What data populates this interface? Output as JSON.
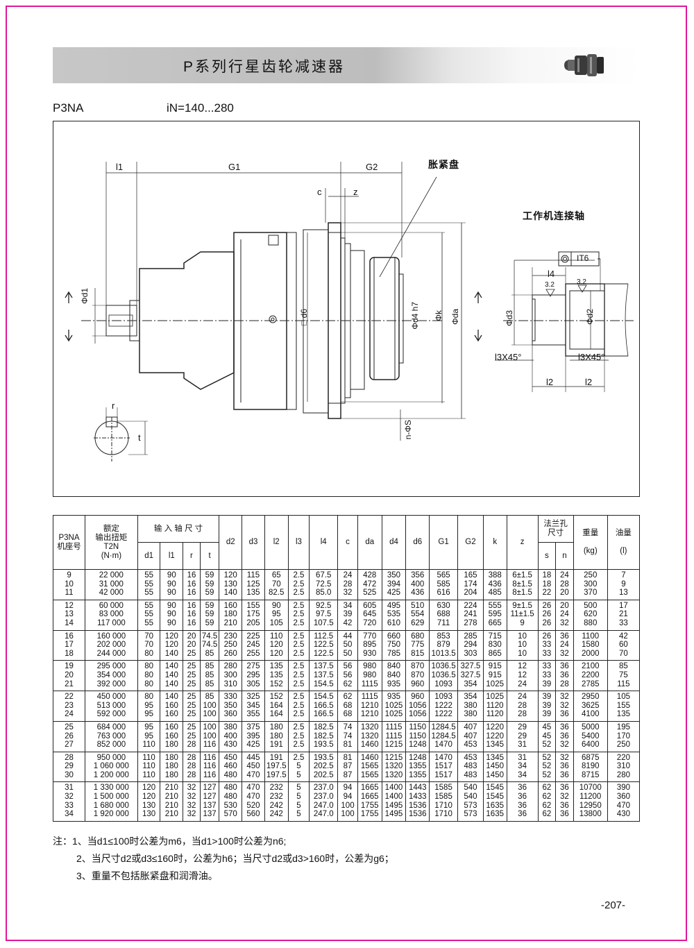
{
  "header": {
    "title": "P系列行星齿轮减速器"
  },
  "subtitle": {
    "model": "P3NA",
    "ratio": "iN=140...280"
  },
  "drawing": {
    "labels": {
      "l1": "l1",
      "g1": "G1",
      "g2": "G2",
      "c": "c",
      "z": "z",
      "expansion_disc": "胀紧盘",
      "working_shaft": "工作机连接轴",
      "d1": "Φd1",
      "d6": "□d6",
      "d4": "Φd4 h7",
      "k": "Φk",
      "da": "Φda",
      "ns": "n-ΦS",
      "r": "r",
      "t": "t",
      "l4": "l4",
      "tol": "IT6",
      "ra1": "3.2",
      "ra2": "3.2",
      "d3": "Φd3",
      "d2": "Φd2",
      "chamfer_left": "l3X45°",
      "chamfer_right": "l3X45°",
      "l2a": "l2",
      "l2b": "l2"
    }
  },
  "table": {
    "headers": {
      "model": "P3NA\n机座号",
      "torque": "额定\n输出扭矩\nT2N\n(N·m)",
      "input_shaft": "输 入 轴 尺 寸",
      "d1": "d1",
      "l1": "l1",
      "r": "r",
      "t": "t",
      "d2": "d2",
      "d3": "d3",
      "l2": "l2",
      "l3": "l3",
      "l4": "l4",
      "c": "c",
      "da": "da",
      "d4": "d4",
      "d6": "d6",
      "g1": "G1",
      "g2": "G2",
      "k": "k",
      "z": "z",
      "flange": "法兰孔\n尺寸",
      "s": "s",
      "n": "n",
      "weight": "重量\n\n(kg)",
      "oil": "油量\n\n(l)"
    },
    "groups": [
      {
        "size": [
          "9",
          "10",
          "11"
        ],
        "torque": [
          "22 000",
          "31 000",
          "42 000"
        ],
        "d1": [
          "55",
          "55",
          "55"
        ],
        "l1": [
          "90",
          "90",
          "90"
        ],
        "r": [
          "16",
          "16",
          "16"
        ],
        "t": [
          "59",
          "59",
          "59"
        ],
        "d2": [
          "120",
          "130",
          "140"
        ],
        "d3": [
          "115",
          "125",
          "135"
        ],
        "l2": [
          "65",
          "70",
          "82.5"
        ],
        "l3": [
          "2.5",
          "2.5",
          "2.5"
        ],
        "l4": [
          "67.5",
          "72.5",
          "85.0"
        ],
        "c": [
          "24",
          "28",
          "32"
        ],
        "da": [
          "428",
          "472",
          "525"
        ],
        "d4": [
          "350",
          "394",
          "425"
        ],
        "d6": [
          "356",
          "400",
          "436"
        ],
        "g1": [
          "565",
          "585",
          "616"
        ],
        "g2": [
          "165",
          "174",
          "204"
        ],
        "k": [
          "388",
          "436",
          "485"
        ],
        "z": [
          "6±1.5",
          "8±1.5",
          "8±1.5"
        ],
        "s": [
          "18",
          "18",
          "22"
        ],
        "n": [
          "24",
          "28",
          "20"
        ],
        "weight": [
          "250",
          "300",
          "370"
        ],
        "oil": [
          "7",
          "9",
          "13"
        ]
      },
      {
        "size": [
          "12",
          "13",
          "14"
        ],
        "torque": [
          "60 000",
          "83 000",
          "117 000"
        ],
        "d1": [
          "55",
          "55",
          "55"
        ],
        "l1": [
          "90",
          "90",
          "90"
        ],
        "r": [
          "16",
          "16",
          "16"
        ],
        "t": [
          "59",
          "59",
          "59"
        ],
        "d2": [
          "160",
          "180",
          "210"
        ],
        "d3": [
          "155",
          "175",
          "205"
        ],
        "l2": [
          "90",
          "95",
          "105"
        ],
        "l3": [
          "2.5",
          "2.5",
          "2.5"
        ],
        "l4": [
          "92.5",
          "97.5",
          "107.5"
        ],
        "c": [
          "34",
          "39",
          "42"
        ],
        "da": [
          "605",
          "645",
          "720"
        ],
        "d4": [
          "495",
          "535",
          "610"
        ],
        "d6": [
          "510",
          "554",
          "629"
        ],
        "g1": [
          "630",
          "688",
          "711"
        ],
        "g2": [
          "224",
          "241",
          "278"
        ],
        "k": [
          "555",
          "595",
          "665"
        ],
        "z": [
          "9±1.5",
          "11±1.5",
          "9"
        ],
        "s": [
          "26",
          "26",
          "26"
        ],
        "n": [
          "20",
          "24",
          "32"
        ],
        "weight": [
          "500",
          "620",
          "880"
        ],
        "oil": [
          "17",
          "21",
          "33"
        ]
      },
      {
        "size": [
          "16",
          "17",
          "18"
        ],
        "torque": [
          "160 000",
          "202 000",
          "244 000"
        ],
        "d1": [
          "70",
          "70",
          "80"
        ],
        "l1": [
          "120",
          "120",
          "140"
        ],
        "r": [
          "20",
          "20",
          "25"
        ],
        "t": [
          "74.5",
          "74.5",
          "85"
        ],
        "d2": [
          "230",
          "250",
          "260"
        ],
        "d3": [
          "225",
          "245",
          "255"
        ],
        "l2": [
          "110",
          "120",
          "120"
        ],
        "l3": [
          "2.5",
          "2.5",
          "2.5"
        ],
        "l4": [
          "112.5",
          "122.5",
          "122.5"
        ],
        "c": [
          "44",
          "50",
          "50"
        ],
        "da": [
          "770",
          "895",
          "930"
        ],
        "d4": [
          "660",
          "750",
          "785"
        ],
        "d6": [
          "680",
          "775",
          "815"
        ],
        "g1": [
          "853",
          "879",
          "1013.5"
        ],
        "g2": [
          "285",
          "294",
          "303"
        ],
        "k": [
          "715",
          "830",
          "865"
        ],
        "z": [
          "10",
          "10",
          "10"
        ],
        "s": [
          "26",
          "33",
          "33"
        ],
        "n": [
          "36",
          "24",
          "32"
        ],
        "weight": [
          "1100",
          "1580",
          "2000"
        ],
        "oil": [
          "42",
          "60",
          "70"
        ]
      },
      {
        "size": [
          "19",
          "20",
          "21"
        ],
        "torque": [
          "295 000",
          "354 000",
          "392 000"
        ],
        "d1": [
          "80",
          "80",
          "80"
        ],
        "l1": [
          "140",
          "140",
          "140"
        ],
        "r": [
          "25",
          "25",
          "25"
        ],
        "t": [
          "85",
          "85",
          "85"
        ],
        "d2": [
          "280",
          "300",
          "310"
        ],
        "d3": [
          "275",
          "295",
          "305"
        ],
        "l2": [
          "135",
          "135",
          "152"
        ],
        "l3": [
          "2.5",
          "2.5",
          "2.5"
        ],
        "l4": [
          "137.5",
          "137.5",
          "154.5"
        ],
        "c": [
          "56",
          "56",
          "62"
        ],
        "da": [
          "980",
          "980",
          "1115"
        ],
        "d4": [
          "840",
          "840",
          "935"
        ],
        "d6": [
          "870",
          "870",
          "960"
        ],
        "g1": [
          "1036.5",
          "1036.5",
          "1093"
        ],
        "g2": [
          "327.5",
          "327.5",
          "354"
        ],
        "k": [
          "915",
          "915",
          "1025"
        ],
        "z": [
          "12",
          "12",
          "24"
        ],
        "s": [
          "33",
          "33",
          "39"
        ],
        "n": [
          "36",
          "36",
          "28"
        ],
        "weight": [
          "2100",
          "2200",
          "2785"
        ],
        "oil": [
          "85",
          "75",
          "115"
        ]
      },
      {
        "size": [
          "22",
          "23",
          "24"
        ],
        "torque": [
          "450 000",
          "513 000",
          "592 000"
        ],
        "d1": [
          "80",
          "95",
          "95"
        ],
        "l1": [
          "140",
          "160",
          "160"
        ],
        "r": [
          "25",
          "25",
          "25"
        ],
        "t": [
          "85",
          "100",
          "100"
        ],
        "d2": [
          "330",
          "350",
          "360"
        ],
        "d3": [
          "325",
          "345",
          "355"
        ],
        "l2": [
          "152",
          "164",
          "164"
        ],
        "l3": [
          "2.5",
          "2.5",
          "2.5"
        ],
        "l4": [
          "154.5",
          "166.5",
          "166.5"
        ],
        "c": [
          "62",
          "68",
          "68"
        ],
        "da": [
          "1115",
          "1210",
          "1210"
        ],
        "d4": [
          "935",
          "1025",
          "1025"
        ],
        "d6": [
          "960",
          "1056",
          "1056"
        ],
        "g1": [
          "1093",
          "1222",
          "1222"
        ],
        "g2": [
          "354",
          "380",
          "380"
        ],
        "k": [
          "1025",
          "1120",
          "1120"
        ],
        "z": [
          "24",
          "28",
          "28"
        ],
        "s": [
          "39",
          "39",
          "39"
        ],
        "n": [
          "32",
          "32",
          "36"
        ],
        "weight": [
          "2950",
          "3625",
          "4100"
        ],
        "oil": [
          "105",
          "155",
          "135"
        ]
      },
      {
        "size": [
          "25",
          "26",
          "27"
        ],
        "torque": [
          "684 000",
          "763 000",
          "852 000"
        ],
        "d1": [
          "95",
          "95",
          "110"
        ],
        "l1": [
          "160",
          "160",
          "180"
        ],
        "r": [
          "25",
          "25",
          "28"
        ],
        "t": [
          "100",
          "100",
          "116"
        ],
        "d2": [
          "380",
          "400",
          "430"
        ],
        "d3": [
          "375",
          "395",
          "425"
        ],
        "l2": [
          "180",
          "180",
          "191"
        ],
        "l3": [
          "2.5",
          "2.5",
          "2.5"
        ],
        "l4": [
          "182.5",
          "182.5",
          "193.5"
        ],
        "c": [
          "74",
          "74",
          "81"
        ],
        "da": [
          "1320",
          "1320",
          "1460"
        ],
        "d4": [
          "1115",
          "1115",
          "1215"
        ],
        "d6": [
          "1150",
          "1150",
          "1248"
        ],
        "g1": [
          "1284.5",
          "1284.5",
          "1470"
        ],
        "g2": [
          "407",
          "407",
          "453"
        ],
        "k": [
          "1220",
          "1220",
          "1345"
        ],
        "z": [
          "29",
          "29",
          "31"
        ],
        "s": [
          "45",
          "45",
          "52"
        ],
        "n": [
          "36",
          "36",
          "32"
        ],
        "weight": [
          "5000",
          "5400",
          "6400"
        ],
        "oil": [
          "195",
          "170",
          "250"
        ]
      },
      {
        "size": [
          "28",
          "29",
          "30"
        ],
        "torque": [
          "950 000",
          "1 060 000",
          "1 200 000"
        ],
        "d1": [
          "110",
          "110",
          "110"
        ],
        "l1": [
          "180",
          "180",
          "180"
        ],
        "r": [
          "28",
          "28",
          "28"
        ],
        "t": [
          "116",
          "116",
          "116"
        ],
        "d2": [
          "450",
          "460",
          "480"
        ],
        "d3": [
          "445",
          "450",
          "470"
        ],
        "l2": [
          "191",
          "197.5",
          "197.5"
        ],
        "l3": [
          "2.5",
          "5",
          "5"
        ],
        "l4": [
          "193.5",
          "202.5",
          "202.5"
        ],
        "c": [
          "81",
          "87",
          "87"
        ],
        "da": [
          "1460",
          "1565",
          "1565"
        ],
        "d4": [
          "1215",
          "1320",
          "1320"
        ],
        "d6": [
          "1248",
          "1355",
          "1355"
        ],
        "g1": [
          "1470",
          "1517",
          "1517"
        ],
        "g2": [
          "453",
          "483",
          "483"
        ],
        "k": [
          "1345",
          "1450",
          "1450"
        ],
        "z": [
          "31",
          "34",
          "34"
        ],
        "s": [
          "52",
          "52",
          "52"
        ],
        "n": [
          "32",
          "36",
          "36"
        ],
        "weight": [
          "6875",
          "8190",
          "8715"
        ],
        "oil": [
          "220",
          "310",
          "280"
        ]
      },
      {
        "size": [
          "31",
          "32",
          "33",
          "34"
        ],
        "torque": [
          "1 330 000",
          "1 500 000",
          "1 680 000",
          "1 920 000"
        ],
        "d1": [
          "120",
          "120",
          "130",
          "130"
        ],
        "l1": [
          "210",
          "210",
          "210",
          "210"
        ],
        "r": [
          "32",
          "32",
          "32",
          "32"
        ],
        "t": [
          "127",
          "127",
          "137",
          "137"
        ],
        "d2": [
          "480",
          "480",
          "530",
          "570"
        ],
        "d3": [
          "470",
          "470",
          "520",
          "560"
        ],
        "l2": [
          "232",
          "232",
          "242",
          "242"
        ],
        "l3": [
          "5",
          "5",
          "5",
          "5"
        ],
        "l4": [
          "237.0",
          "237.0",
          "247.0",
          "247.0"
        ],
        "c": [
          "94",
          "94",
          "100",
          "100"
        ],
        "da": [
          "1665",
          "1665",
          "1755",
          "1755"
        ],
        "d4": [
          "1400",
          "1400",
          "1495",
          "1495"
        ],
        "d6": [
          "1443",
          "1433",
          "1536",
          "1536"
        ],
        "g1": [
          "1585",
          "1585",
          "1710",
          "1710"
        ],
        "g2": [
          "540",
          "540",
          "573",
          "573"
        ],
        "k": [
          "1545",
          "1545",
          "1635",
          "1635"
        ],
        "z": [
          "36",
          "36",
          "36",
          "36"
        ],
        "s": [
          "62",
          "62",
          "62",
          "62"
        ],
        "n": [
          "36",
          "32",
          "36",
          "36"
        ],
        "weight": [
          "10700",
          "11200",
          "12950",
          "13800"
        ],
        "oil": [
          "390",
          "360",
          "470",
          "430"
        ]
      }
    ]
  },
  "notes": [
    "注：1、当d1≤100时公差为m6，当d1>100时公差为n6;",
    "2、当尺寸d2或d3≤160时，公差为h6；当尺寸d2或d3>160时，公差为g6；",
    "3、重量不包括胀紧盘和润滑油。"
  ],
  "page_number": "-207-",
  "colors": {
    "frame": "#e0169a",
    "header_gray": "#c7c7c7"
  }
}
